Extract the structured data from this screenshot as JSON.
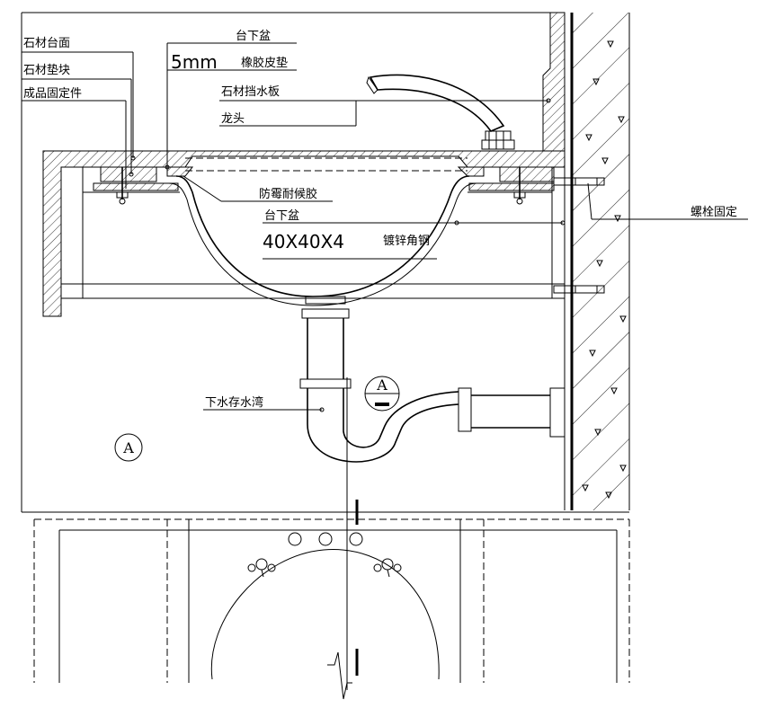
{
  "labels": {
    "stone_countertop": "石材台面",
    "stone_pad": "石材垫块",
    "fixing_part": "成品固定件",
    "undermount_basin_top": "台下盆",
    "rubber_pad_size": "5mm",
    "rubber_pad": "橡胶皮垫",
    "stone_splashboard": "石材挡水板",
    "faucet": "龙头",
    "mildew_sealant": "防霉耐候胶",
    "undermount_basin": "台下盆",
    "angle_steel_size": "40X40X4",
    "angle_steel": "镀锌角钢",
    "bolt_fixing": "螺栓固定",
    "drain_trap": "下水存水湾",
    "section_tag_left": "A",
    "section_tag_center": "A"
  },
  "colors": {
    "line": "#000000",
    "background": "#ffffff"
  }
}
